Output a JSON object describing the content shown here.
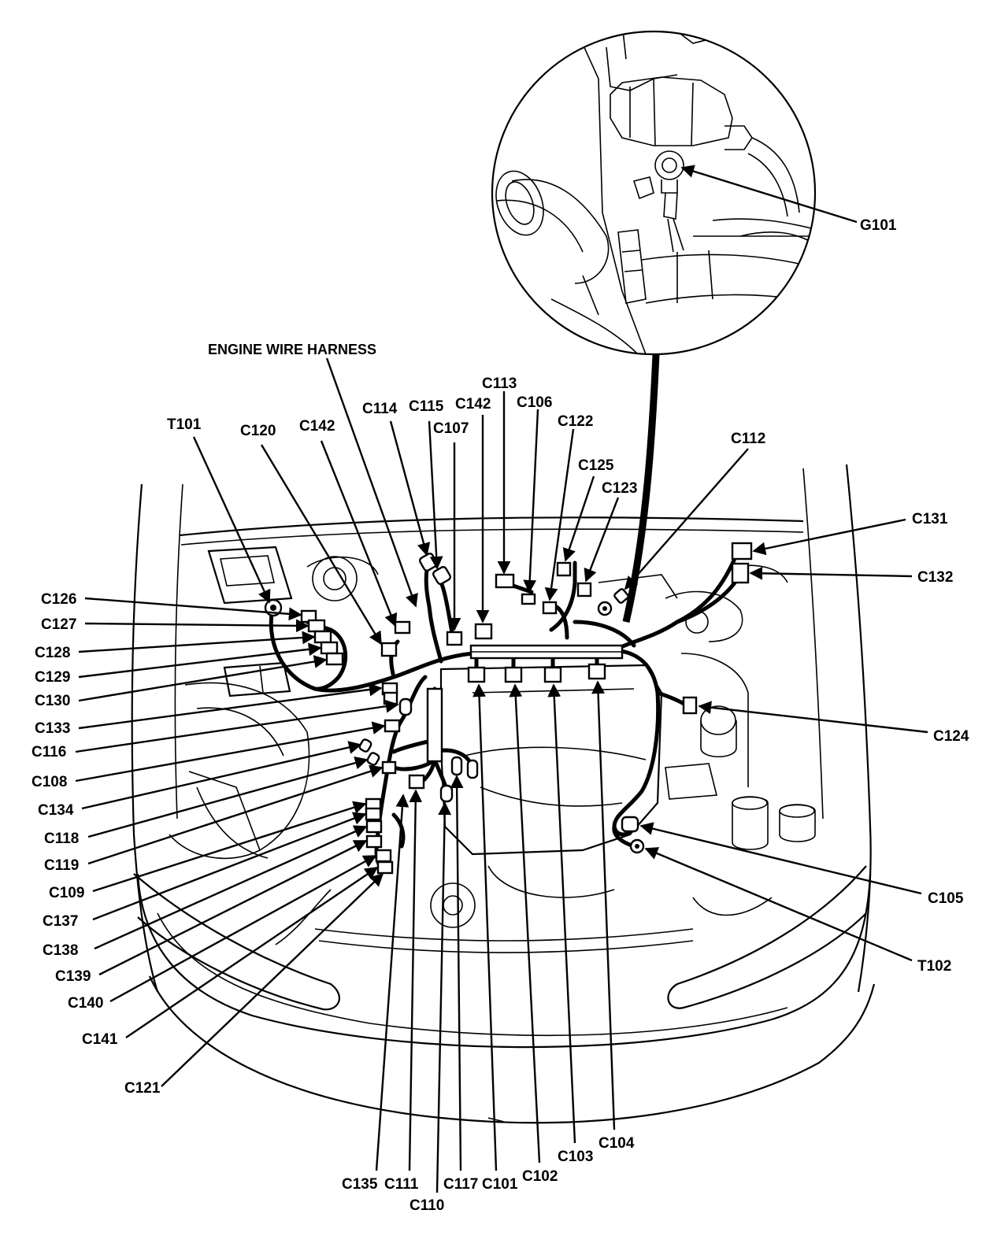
{
  "title": "ENGINE WIRE HARNESS",
  "ground_label": "G101",
  "left_labels": [
    "T101",
    "C120",
    "C142",
    "C126",
    "C127",
    "C128",
    "C129",
    "C130",
    "C133",
    "C116",
    "C108",
    "C134",
    "C118",
    "C119",
    "C109",
    "C137",
    "C138",
    "C139",
    "C140",
    "C141",
    "C121"
  ],
  "top_labels": [
    "C114",
    "C115",
    "C107",
    "C142",
    "C113",
    "C106",
    "C122",
    "C125",
    "C123",
    "C112"
  ],
  "right_labels": [
    "C131",
    "C132",
    "C124",
    "C105",
    "T102"
  ],
  "bottom_labels": [
    "C135",
    "C111",
    "C110",
    "C117",
    "C101",
    "C102",
    "C103",
    "C104"
  ]
}
